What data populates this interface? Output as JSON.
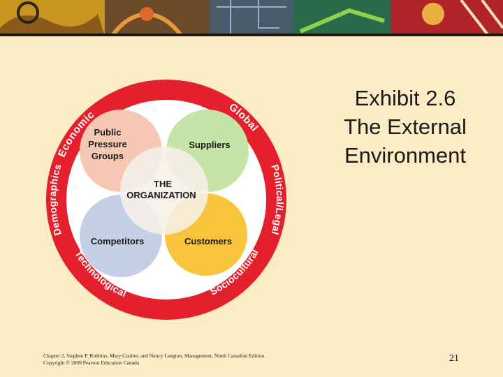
{
  "slide": {
    "title_line1": "Exhibit 2.6",
    "title_line2": "The External",
    "title_line3": "Environment",
    "footer_line1": "Chapter 2, Stephen P. Robbins, Mary Coulter, and Nancy Langton, Management, Ninth Canadian Edition",
    "footer_line2": "Copyright © 2009 Pearson Education Canada",
    "page_number": "21"
  },
  "diagram": {
    "ring_labels": {
      "economic": "Economic",
      "global": "Global",
      "political_legal": "Political/Legal",
      "sociocultural": "Sociocultural",
      "technological": "Technological",
      "demographics": "Demographics"
    },
    "circles": {
      "public_line1": "Public",
      "public_line2": "Pressure",
      "public_line3": "Groups",
      "suppliers": "Suppliers",
      "competitors": "Competitors",
      "customers": "Customers",
      "center_line1": "THE",
      "center_line2": "ORGANIZATION"
    }
  },
  "colors": {
    "background": "#fcecc6",
    "ring": "#e3202b",
    "public": "#f6c7b2",
    "suppliers": "#c6e3a8",
    "competitors": "#c4d0e6",
    "customers": "#f7c43c",
    "center": "#f6f0e8"
  }
}
